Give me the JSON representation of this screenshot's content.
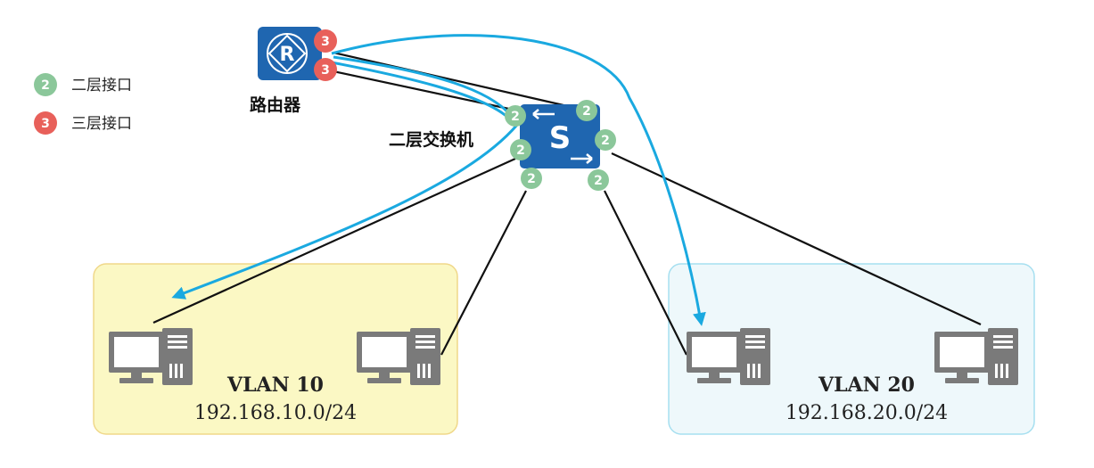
{
  "legend": {
    "l2": {
      "badge": "2",
      "label": "二层接口"
    },
    "l3": {
      "badge": "3",
      "label": "三层接口"
    }
  },
  "router": {
    "label": "路由器",
    "letter": "R",
    "port_badge": "3"
  },
  "switch": {
    "label": "二层交换机",
    "letter": "S",
    "port_badge": "2"
  },
  "vlans": [
    {
      "name": "VLAN 10",
      "subnet": "192.168.10.0/24"
    },
    {
      "name": "VLAN 20",
      "subnet": "192.168.20.0/24"
    }
  ],
  "colors": {
    "l2_badge": "#8bc79a",
    "l3_badge": "#e8605a",
    "device_blue": "#1f66b0",
    "flow_arrow": "#1aa9e0",
    "link": "#111111",
    "vlan10_fill": "#fbf8c4",
    "vlan10_border": "#f0d88a",
    "vlan20_fill": "#eef8fb",
    "vlan20_border": "#a6dff0",
    "pc_gray": "#7a7a7a"
  }
}
